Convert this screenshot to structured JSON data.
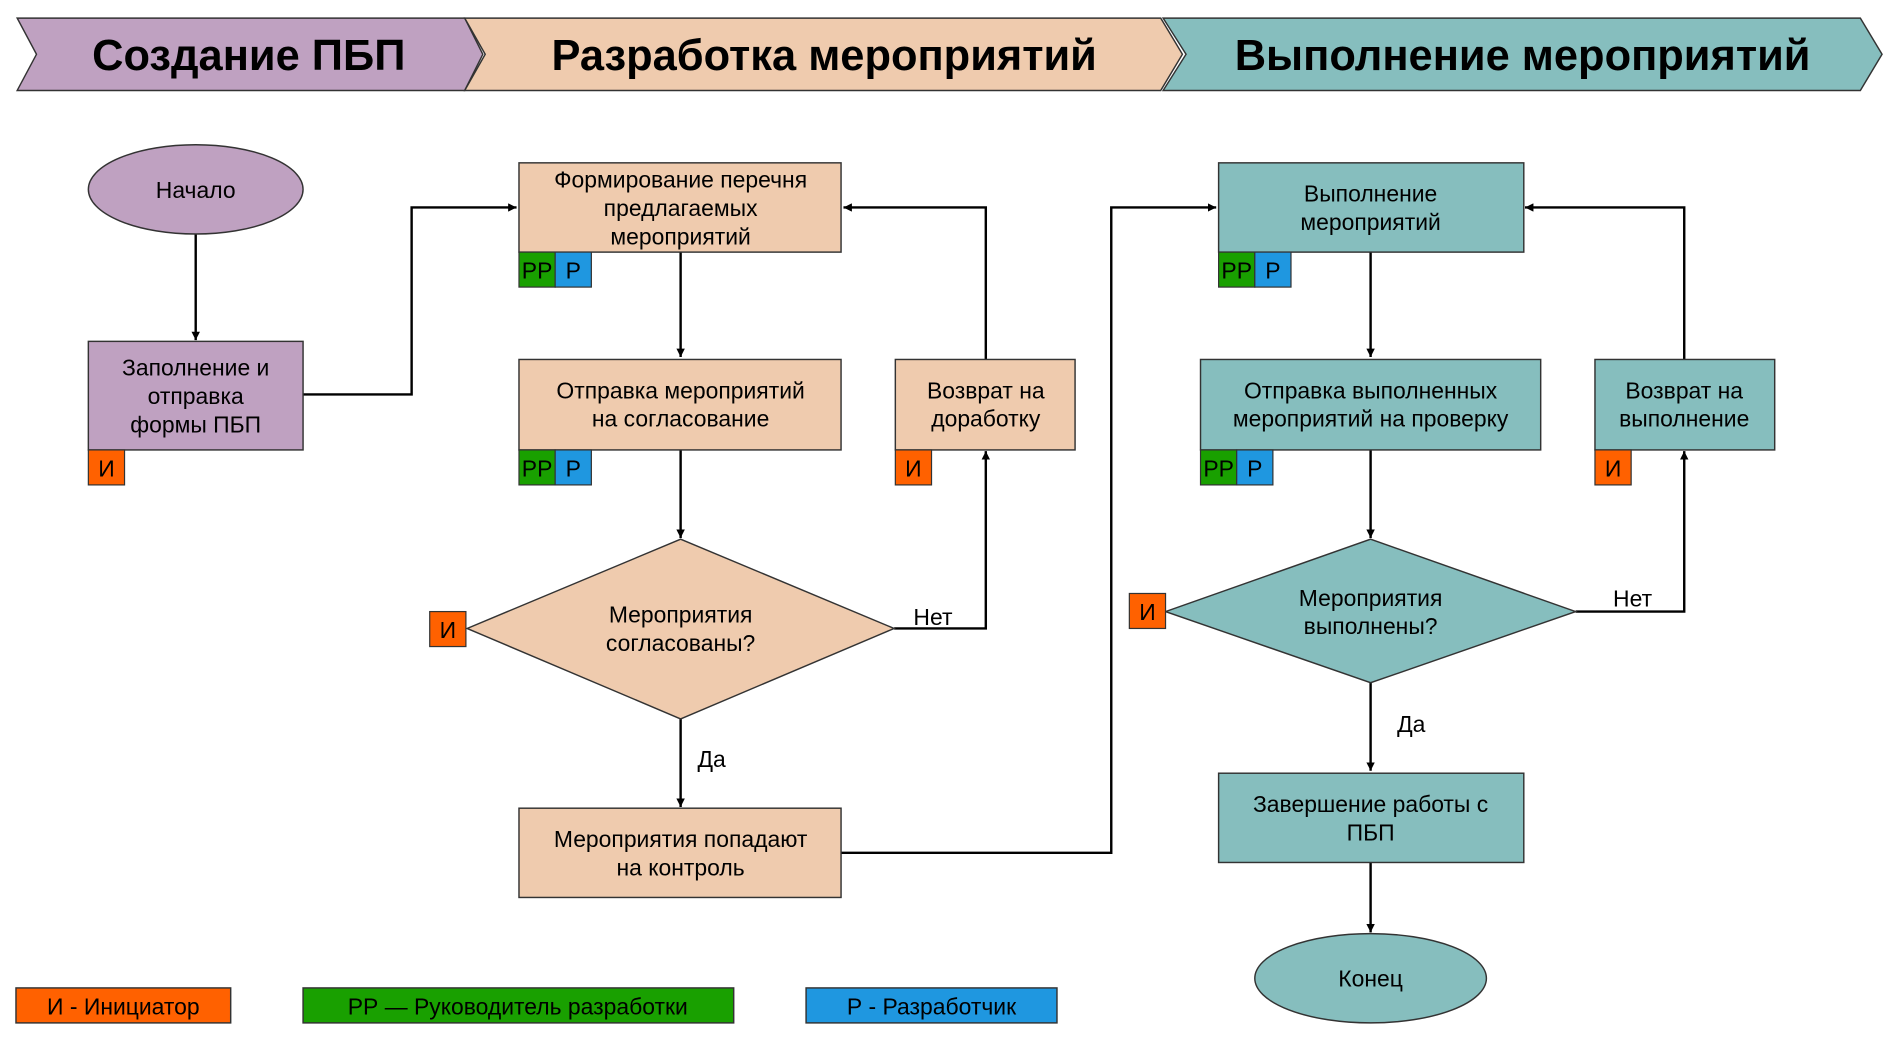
{
  "colors": {
    "phase1": "#bfa1c1",
    "phase2": "#efcbae",
    "phase3": "#86bebe",
    "initiator": "#ff6100",
    "dev_lead": "#19a000",
    "developer": "#1f97e0"
  },
  "phases": [
    {
      "id": "phase1",
      "label": "Создание ПБП"
    },
    {
      "id": "phase2",
      "label": "Разработка мероприятий"
    },
    {
      "id": "phase3",
      "label": "Выполнение мероприятий"
    }
  ],
  "nodes": {
    "start": {
      "lines": [
        "Начало"
      ]
    },
    "fill_form": {
      "lines": [
        "Заполнение и",
        "отправка",
        "формы ПБП"
      ],
      "roles": [
        "И"
      ]
    },
    "form_list": {
      "lines": [
        "Формирование перечня",
        "предлагаемых",
        "мероприятий"
      ],
      "roles": [
        "РР",
        "Р"
      ]
    },
    "send_approval": {
      "lines": [
        "Отправка мероприятий",
        "на согласование"
      ],
      "roles": [
        "РР",
        "Р"
      ]
    },
    "return_rework": {
      "lines": [
        "Возврат на",
        "доработку"
      ],
      "roles": [
        "И"
      ]
    },
    "approved_q": {
      "lines": [
        "Мероприятия",
        "согласованы?"
      ],
      "roles": [
        "И"
      ]
    },
    "to_control": {
      "lines": [
        "Мероприятия попадают",
        "на контроль"
      ]
    },
    "execute": {
      "lines": [
        "Выполнение",
        "мероприятий"
      ],
      "roles": [
        "РР",
        "Р"
      ]
    },
    "send_check": {
      "lines": [
        "Отправка выполненных",
        "мероприятий на проверку"
      ],
      "roles": [
        "РР",
        "Р"
      ]
    },
    "return_exec": {
      "lines": [
        "Возврат на",
        "выполнение"
      ],
      "roles": [
        "И"
      ]
    },
    "done_q": {
      "lines": [
        "Мероприятия",
        "выполнены?"
      ],
      "roles": [
        "И"
      ]
    },
    "finish": {
      "lines": [
        "Завершение работы с",
        "ПБП"
      ]
    },
    "end": {
      "lines": [
        "Конец"
      ]
    }
  },
  "edge_labels": {
    "approved_no": "Нет",
    "approved_yes": "Да",
    "done_no": "Нет",
    "done_yes": "Да"
  },
  "roles": {
    "И": "initiator",
    "РР": "dev_lead",
    "Р": "developer"
  },
  "legend": [
    {
      "role": "initiator",
      "label": "И - Инициатор"
    },
    {
      "role": "dev_lead",
      "label": "РР — Руководитель разработки"
    },
    {
      "role": "developer",
      "label": "Р - Разработчик"
    }
  ]
}
